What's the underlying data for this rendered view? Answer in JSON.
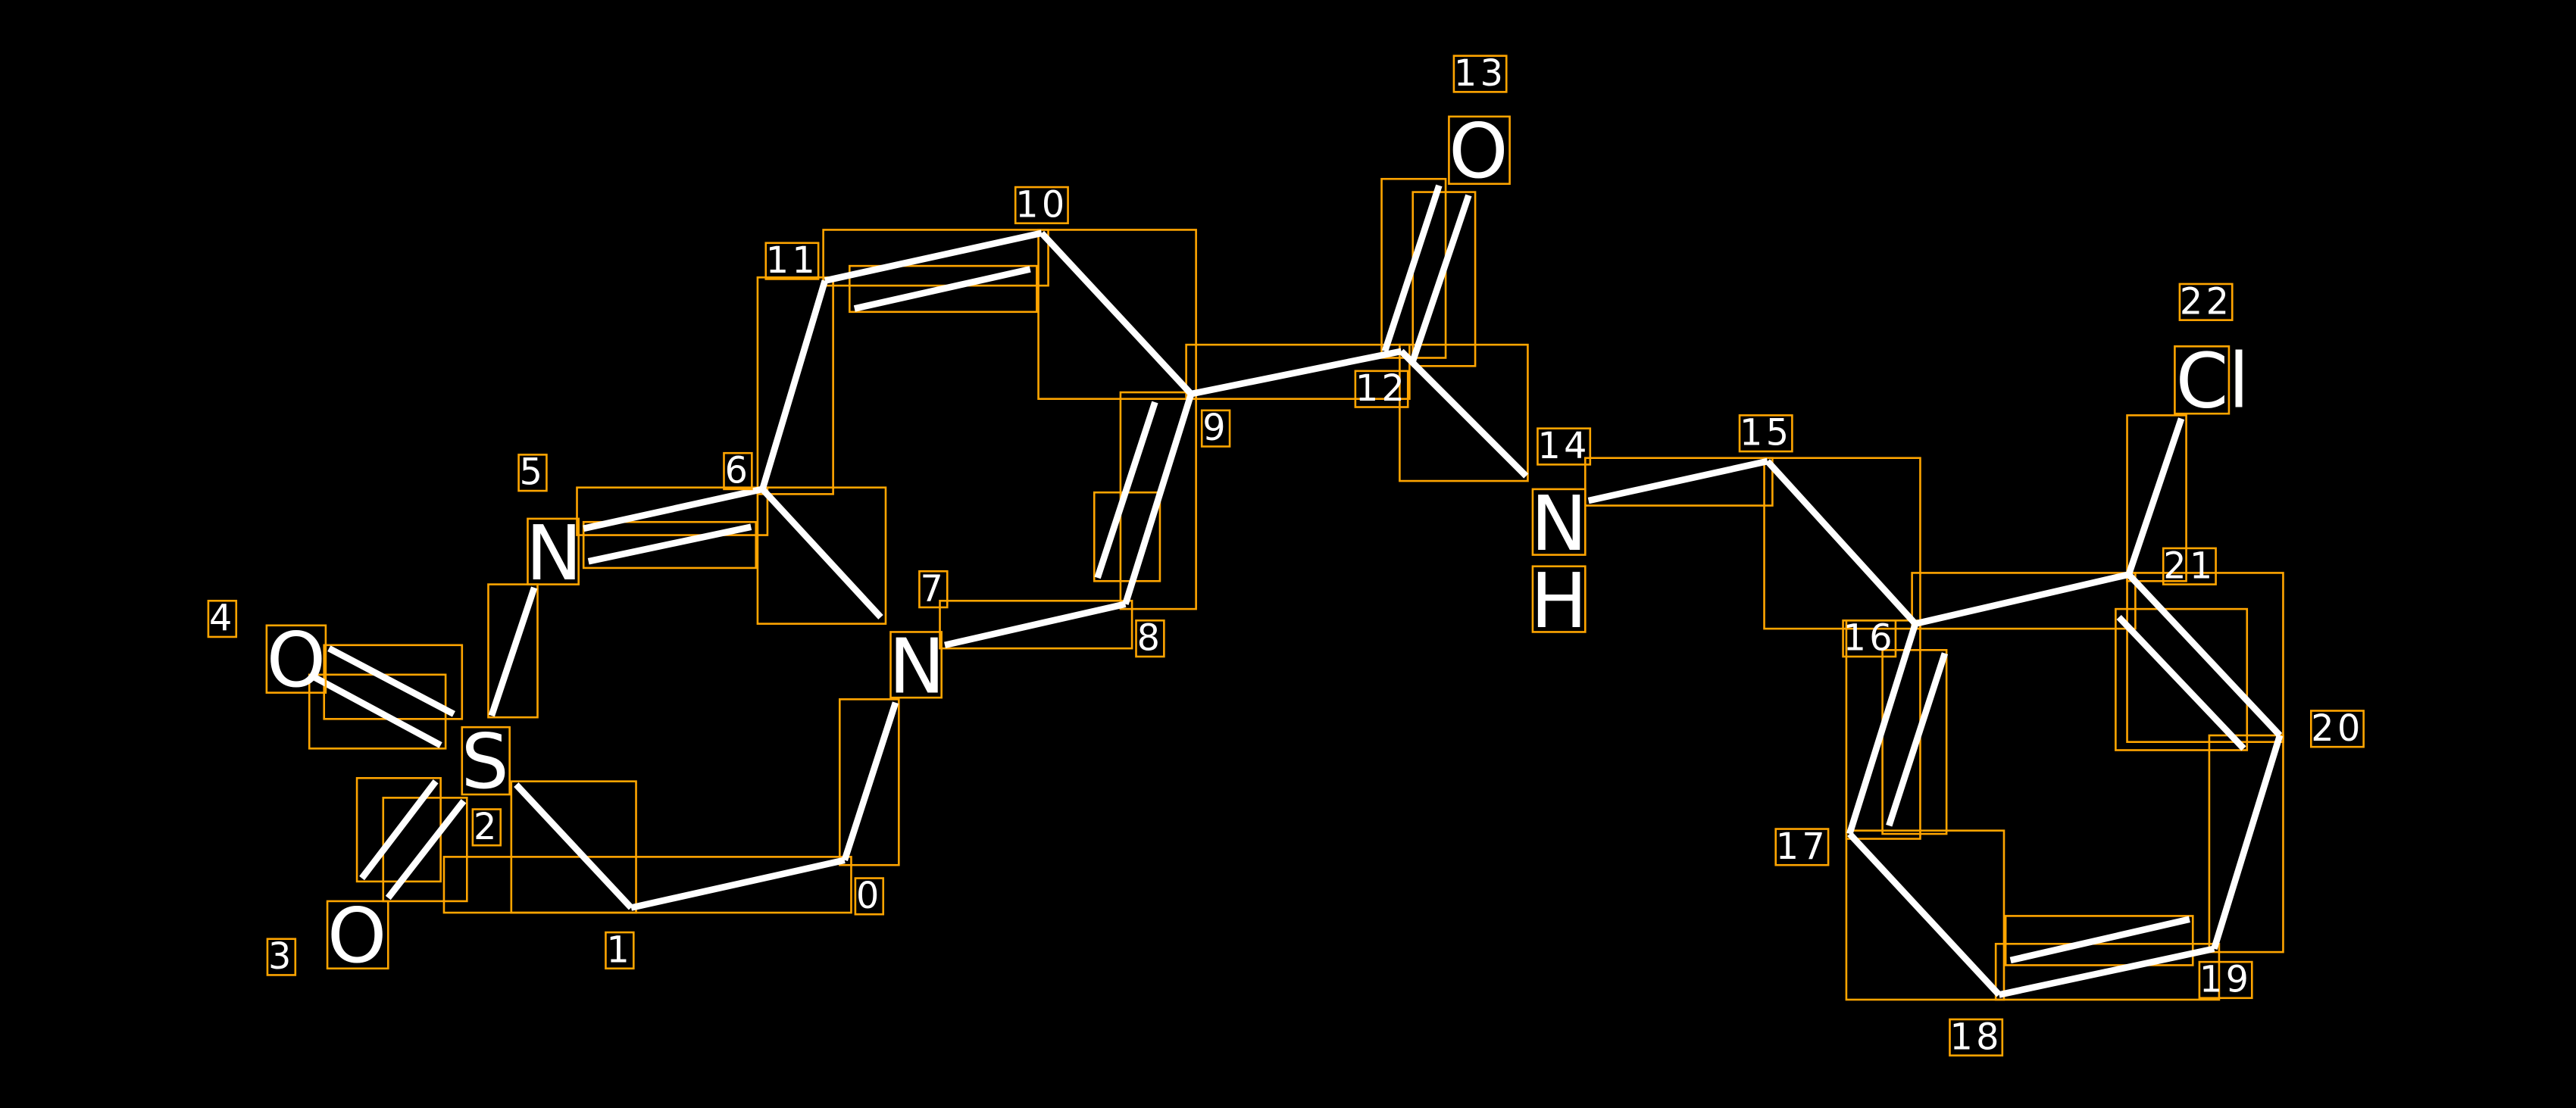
{
  "colors": {
    "background": "#000000",
    "bond": "#FFFFFF",
    "box": "#FFA500"
  },
  "atoms": [
    {
      "index": "0",
      "symbol": ""
    },
    {
      "index": "1",
      "symbol": ""
    },
    {
      "index": "2",
      "symbol": "S"
    },
    {
      "index": "3",
      "symbol": "O"
    },
    {
      "index": "4",
      "symbol": "O"
    },
    {
      "index": "5",
      "symbol": "N"
    },
    {
      "index": "6",
      "symbol": ""
    },
    {
      "index": "7",
      "symbol": "N"
    },
    {
      "index": "8",
      "symbol": ""
    },
    {
      "index": "9",
      "symbol": ""
    },
    {
      "index": "10",
      "symbol": ""
    },
    {
      "index": "11",
      "symbol": ""
    },
    {
      "index": "12",
      "symbol": ""
    },
    {
      "index": "13",
      "symbol": "O"
    },
    {
      "index": "14",
      "symbol": "N",
      "extra": "H"
    },
    {
      "index": "15",
      "symbol": ""
    },
    {
      "index": "16",
      "symbol": ""
    },
    {
      "index": "17",
      "symbol": ""
    },
    {
      "index": "18",
      "symbol": ""
    },
    {
      "index": "19",
      "symbol": ""
    },
    {
      "index": "20",
      "symbol": ""
    },
    {
      "index": "21",
      "symbol": ""
    },
    {
      "index": "22",
      "symbol": "Cl"
    }
  ]
}
